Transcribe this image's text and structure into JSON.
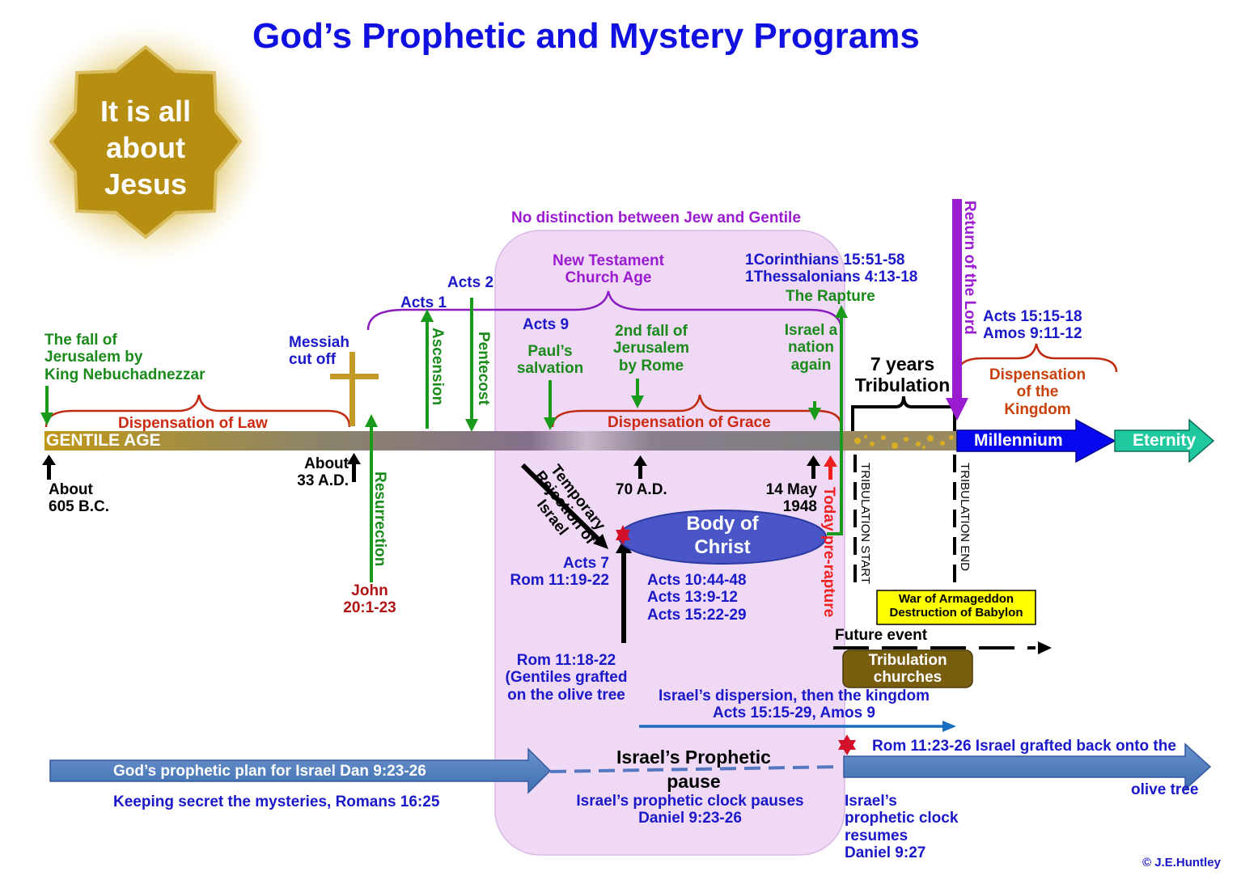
{
  "title": "God’s Prophetic and Mystery Programs",
  "star_badge": {
    "line1": "It is all",
    "line2": "about",
    "line3": "Jesus"
  },
  "colors": {
    "title_blue": "#1010e0",
    "green": "#1a8a1a",
    "purple": "#9b1bd0",
    "red": "#cc2a12",
    "navy": "#1a18c8",
    "dark_red": "#b01515",
    "pink_panel": "#efd9f5",
    "millennium": "#0a0af0",
    "eternity": "#20c8a0",
    "gold": "#b8900f"
  },
  "top": {
    "no_distinction": "No distinction between Jew and Gentile",
    "nt_line1": "New Testament",
    "nt_line2": "Church Age"
  },
  "refs": {
    "acts2": "Acts 2",
    "acts1": "Acts 1",
    "acts9": "Acts 9",
    "cor_line1": "1Corinthians 15:51-58",
    "thess_line": "1Thessalonians 4:13-18",
    "acts15": "Acts 15:15-18",
    "amos": "Amos 9:11-12",
    "acts7": "Acts 7",
    "rom1119": "Rom 11:19-22",
    "acts10": "Acts 10:44-48",
    "acts13": "Acts 13:9-12",
    "acts1522": "Acts 15:22-29",
    "rom1118": "Rom 11:18-22",
    "grafted1": "(Gentiles grafted",
    "grafted2": "on the olive tree"
  },
  "events": {
    "fall1": "The fall of",
    "fall2": "Jerusalem by",
    "fall3": "King Nebuchadnezzar",
    "messiah1": "Messiah",
    "messiah2": "cut off",
    "pauls1": "Paul’s",
    "pauls2": "salvation",
    "fall2nd1": "2nd fall of",
    "fall2nd2": "Jerusalem",
    "fall2nd3": "by Rome",
    "israel1": "Israel a",
    "israel2": "nation",
    "israel3": "again",
    "rapture": "The Rapture",
    "ascension": "Ascension",
    "pentecost": "Pentecost",
    "resurrection": "Resurrection",
    "return_lord": "Return of the Lord",
    "john1": "John",
    "john2": "20:1-23",
    "temp1": "Temporary",
    "temp2": "Rejection of",
    "temp3": "Israel",
    "today": "Today  pre-rapture"
  },
  "dispensations": {
    "law": "Dispensation of Law",
    "grace": "Dispensation of Grace",
    "kingdom1": "Dispensation",
    "kingdom2": "of the",
    "kingdom3": "Kingdom"
  },
  "timeline": {
    "gentile_age": "GENTILE AGE",
    "millennium": "Millennium",
    "eternity": "Eternity",
    "tribulation1": "7 years",
    "tribulation2": "Tribulation",
    "trib_start": "TRIBULATION  START",
    "trib_end": "TRIBULATION  END"
  },
  "dates": {
    "bc1": "About",
    "bc2": "605 B.C.",
    "ad1": "About",
    "ad2": "33 A.D.",
    "ad70": "70 A.D.",
    "may1": "14 May",
    "may2": "1948"
  },
  "body_of_christ": {
    "line1": "Body of",
    "line2": "Christ"
  },
  "armageddon": {
    "line1": "War of Armageddon",
    "line2": "Destruction of Babylon"
  },
  "future_event": "Future event",
  "trib_churches": {
    "line1": "Tribulation",
    "line2": "churches"
  },
  "dispersion": {
    "line1": "Israel’s dispersion, then the kingdom",
    "line2": "Acts 15:15-29, Amos 9"
  },
  "bottom": {
    "plan": "God’s prophetic plan for Israel  Dan 9:23-26",
    "keeping": "Keeping secret the mysteries, Romans 16:25",
    "pause1": "Israel’s Prophetic",
    "pause2": "pause",
    "clock_pause1": "Israel’s prophetic clock pauses",
    "clock_pause2": "Daniel 9:23-26",
    "grafted_back": "Rom 11:23-26 Israel grafted back onto the",
    "olive": "olive tree",
    "resume1": "Israel’s",
    "resume2": "prophetic clock",
    "resume3": "resumes",
    "resume4": "Daniel 9:27"
  },
  "copyright": "©  J.E.Huntley"
}
